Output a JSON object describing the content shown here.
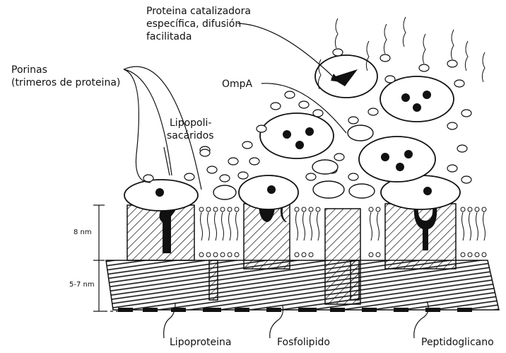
{
  "labels": {
    "protein_catalyst": [
      "Proteina catalizadora",
      "específica, difusión",
      "facilitada"
    ],
    "porins": [
      "Porinas",
      "(trimeros de proteina)"
    ],
    "ompa": "OmpA",
    "lps": [
      "Lipopoli-",
      "sacáridos"
    ],
    "lipoprotein": "Lipoproteina",
    "phospholipid": "Fosfolipido",
    "peptidoglycan": "Peptidoglicano"
  },
  "scale": {
    "outer_membrane": "8 nm",
    "periplasm": "5-7 nm"
  },
  "colors": {
    "ink": "#111111",
    "background": "#ffffff"
  }
}
